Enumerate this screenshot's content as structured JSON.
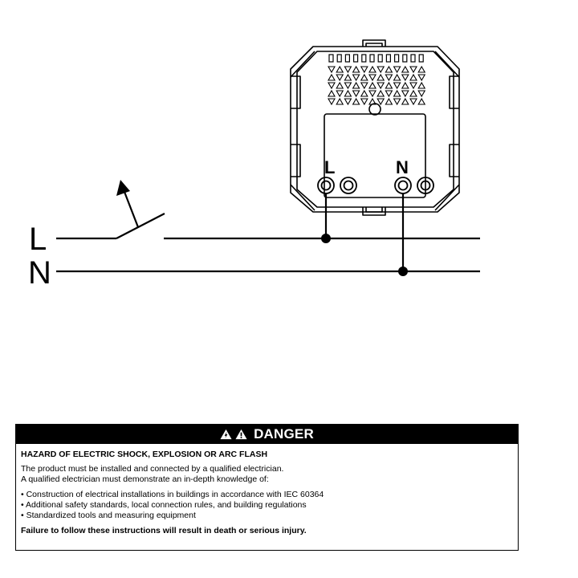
{
  "diagram": {
    "line_labels": {
      "live": "L",
      "neutral": "N"
    },
    "terminal_labels": {
      "live": "L",
      "neutral": "N"
    }
  },
  "warning": {
    "signal_word": "DANGER",
    "symbols": [
      "electric-shock-warning-icon",
      "warning-triangle-icon"
    ],
    "hazard": "HAZARD OF ELECTRIC SHOCK, EXPLOSION OR ARC FLASH",
    "lines": [
      "The product must be installed and connected by a qualified electrician.",
      "A qualified electrician must demonstrate an in-depth knowledge of:"
    ],
    "bullets": [
      "• Construction of electrical installations in buildings in accordance with IEC 60364",
      "• Additional safety standards, local connection rules, and building regulations",
      "• Standardized tools and measuring equipment"
    ],
    "footer": "Failure to follow these instructions will result in death or serious injury.",
    "colors": {
      "bar": "#000000",
      "bar_text": "#ffffff"
    }
  }
}
